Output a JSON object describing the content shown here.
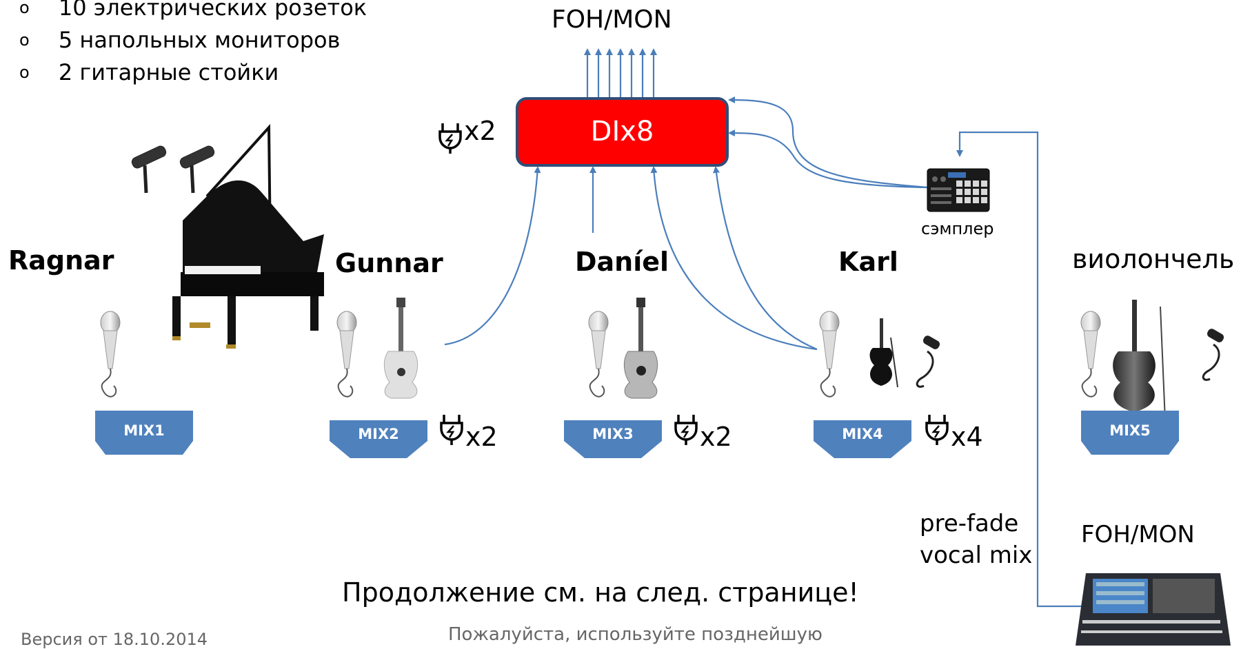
{
  "list": [
    {
      "marker": "o",
      "text": "10 электрических розеток"
    },
    {
      "marker": "o",
      "text": "5 напольных мониторов"
    },
    {
      "marker": "o",
      "text": "2 гитарные стойки"
    }
  ],
  "foh_top": "FOH/MON",
  "box_label": "DIx8",
  "box_power": "x2",
  "names": {
    "ragnar": "Ragnar",
    "gunnar": "Gunnar",
    "daniel": "Daníel",
    "karl": "Karl",
    "cello": "виолончель"
  },
  "sampler_label": "сэмплер",
  "mixes": [
    "MIX1",
    "MIX2",
    "MIX3",
    "MIX4",
    "MIX5"
  ],
  "power": {
    "gunnar": "x2",
    "daniel": "x2",
    "karl": "x4"
  },
  "prefade": [
    "pre-fade",
    "vocal mix"
  ],
  "foh_bottom": "FOH/MON",
  "continue_note": "Продолжение см. на след. странице!",
  "version": "Версия от  18.10.2014",
  "footer_note": "Пожалуйста, используйте  позднейшую",
  "colors": {
    "arrow": "#4A7EBB",
    "box": "#FF0000",
    "box_border": "#2F4E78",
    "mix": "#4A7EBB"
  }
}
